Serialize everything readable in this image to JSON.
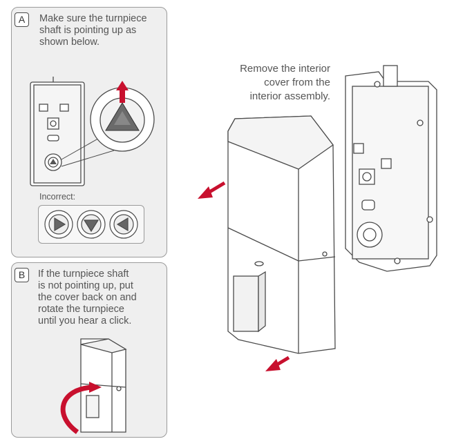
{
  "steps": [
    {
      "badge": "A",
      "text": [
        "Make sure the turnpiece",
        "shaft is pointing up as",
        "shown below."
      ],
      "incorrect_label": "Incorrect:"
    },
    {
      "badge": "B",
      "text": [
        "If the turnpiece shaft",
        "is not pointing up, put",
        "the cover back on and",
        "rotate the turnpiece",
        "until you hear a click."
      ]
    }
  ],
  "main_caption": [
    "Remove the interior",
    "cover from the",
    "interior assembly."
  ],
  "colors": {
    "accent_red": "#c8102e",
    "panel_bg": "#efefef",
    "line": "#4a4a4a"
  }
}
